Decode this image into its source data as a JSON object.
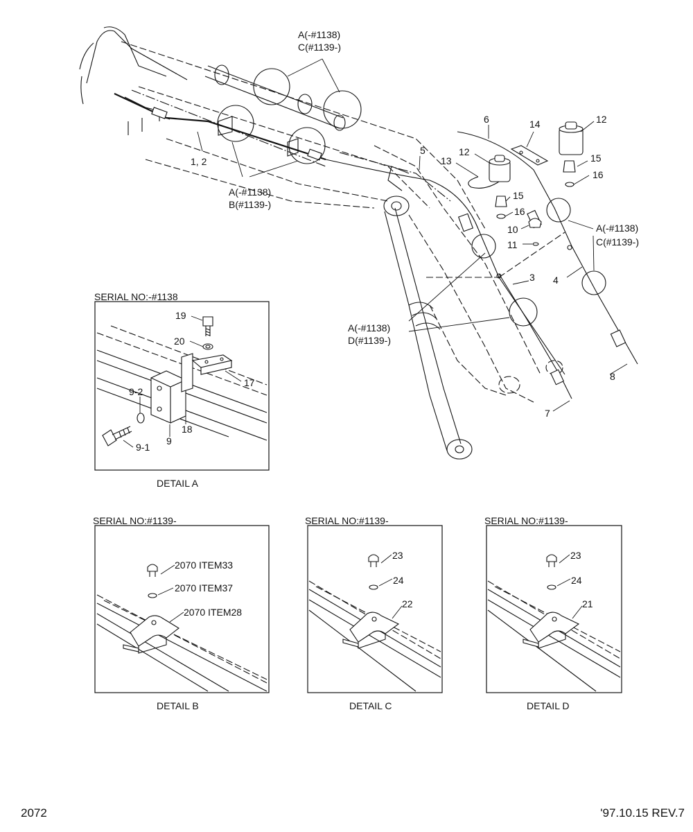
{
  "footer": {
    "page_number": "2072",
    "revision": "'97.10.15 REV.7"
  },
  "main_view": {
    "labels": {
      "a_top": "A(-#1138)",
      "c_top": "C(#1139-)",
      "l1_2": "1, 2",
      "a_left": "A(-#1138)",
      "b_left": "B(#1139-)",
      "l3": "3",
      "l4": "4",
      "l5": "5",
      "l6": "6",
      "l7": "7",
      "l8": "8",
      "l10": "10",
      "l11": "11",
      "l12a": "12",
      "l12b": "12",
      "l13": "13",
      "l14": "14",
      "l15a": "15",
      "l15b": "15",
      "l16a": "16",
      "l16b": "16",
      "a_right": "A(-#1138)",
      "c_right": "C(#1139-)",
      "a_mid": "A(-#1138)",
      "d_mid": "D(#1139-)"
    }
  },
  "detail_a": {
    "serial": "SERIAL NO:-#1138",
    "caption": "DETAIL A",
    "labels": {
      "l19": "19",
      "l20": "20",
      "l17": "17",
      "l9_2": "9-2",
      "l9": "9",
      "l18": "18",
      "l9_1": "9-1"
    }
  },
  "detail_b": {
    "serial": "SERIAL NO:#1139-",
    "caption": "DETAIL B",
    "labels": {
      "item33": "2070 ITEM33",
      "item37": "2070 ITEM37",
      "item28": "2070 ITEM28"
    }
  },
  "detail_c": {
    "serial": "SERIAL NO:#1139-",
    "caption": "DETAIL C",
    "labels": {
      "l23": "23",
      "l24": "24",
      "l22": "22"
    }
  },
  "detail_d": {
    "serial": "SERIAL NO:#1139-",
    "caption": "DETAIL D",
    "labels": {
      "l23": "23",
      "l24": "24",
      "l21": "21"
    }
  }
}
